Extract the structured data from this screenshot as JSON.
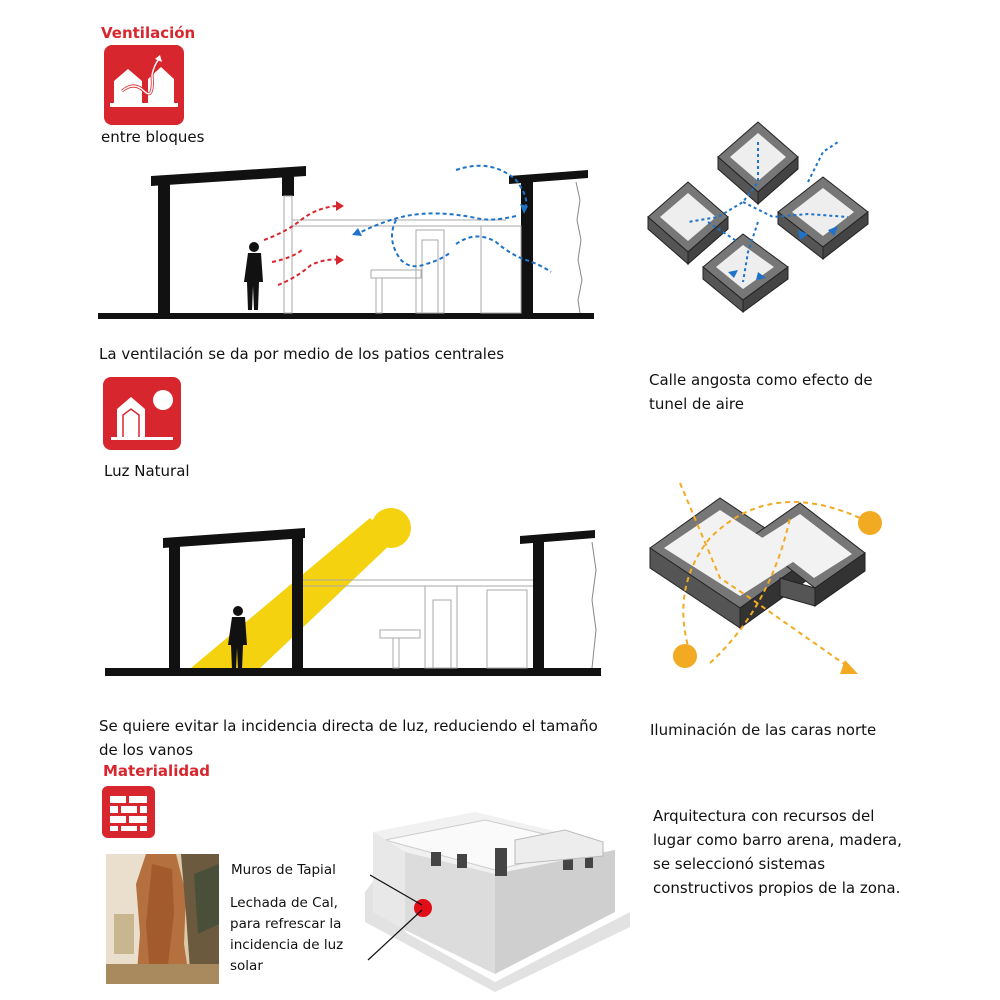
{
  "ventilacion": {
    "heading": "Ventilación",
    "icon": "wind-between-houses-icon",
    "subheading": "entre bloques",
    "section_caption": "La ventilación se da por medio de los patios centrales",
    "axo_caption": "Calle angosta como efecto de tunel de aire"
  },
  "luz": {
    "icon": "house-sun-icon",
    "heading": "Luz Natural",
    "section_caption": "Se quiere evitar la incidencia directa de luz, reduciendo el tamaño de los vanos",
    "axo_caption": "Iluminación de las caras norte"
  },
  "materialidad": {
    "heading": "Materialidad",
    "icon": "brick-wall-icon",
    "label_muros": "Muros de Tapial",
    "label_lechada": "Lechada de Cal, para refrescar la incidencia de luz solar",
    "description": "Arquitectura con recursos del lugar como barro arena, madera, se seleccionó sistemas constructivos propios de la zona."
  },
  "colors": {
    "accent_red": "#d8262e",
    "air_blue": "#1e73c8",
    "air_red": "#d8262e",
    "sun_yellow": "#f5d20f",
    "sun_orange": "#f3aa23"
  }
}
